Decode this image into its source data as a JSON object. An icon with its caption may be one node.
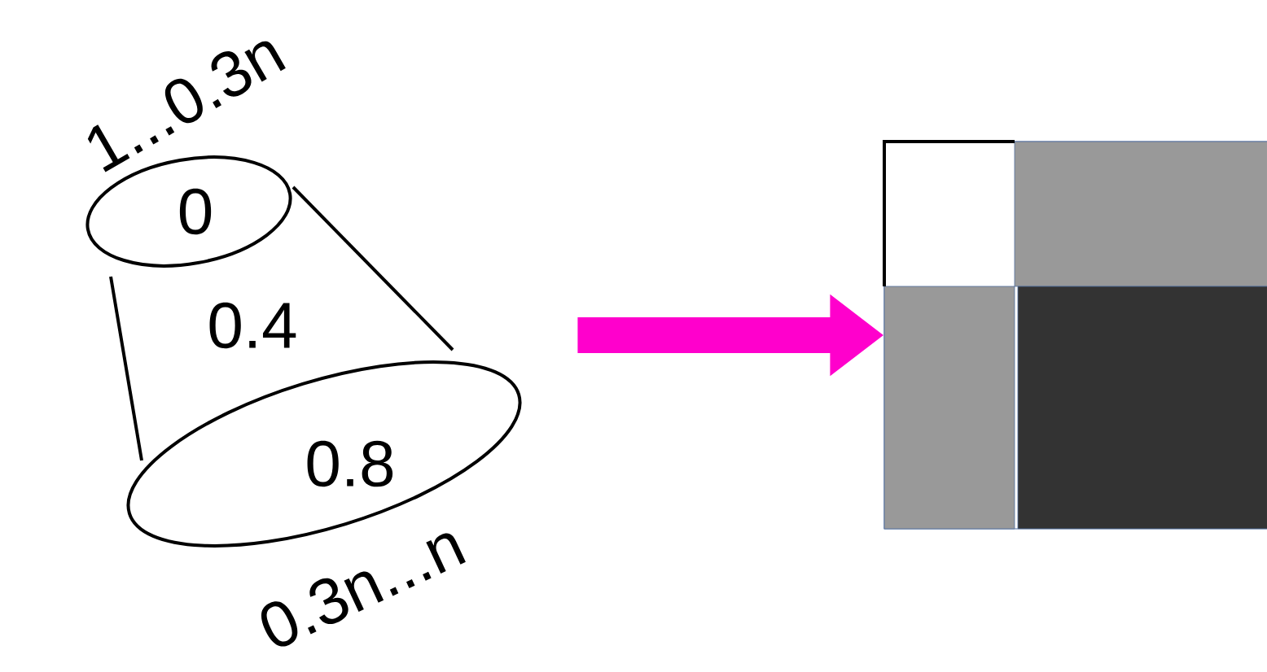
{
  "diagram": {
    "nodes": [
      {
        "text": [
          "0"
        ],
        "beside": [
          "1...0.3n"
        ]
      },
      {
        "text": [
          "0.8"
        ],
        "beside": [
          "0.3n...n"
        ]
      },
      {
        "text": [],
        "shape": "box"
      }
    ],
    "edges": [
      {
        "from": 0,
        "to": 1,
        "arrow": "none"
      },
      {
        "from": 0,
        "to": 1,
        "arrow": "none"
      },
      {
        "from": null,
        "to": 2,
        "arrow": "to",
        "style": "thick",
        "color": "#ff00cc"
      }
    ],
    "labels": [
      "0.4"
    ]
  }
}
